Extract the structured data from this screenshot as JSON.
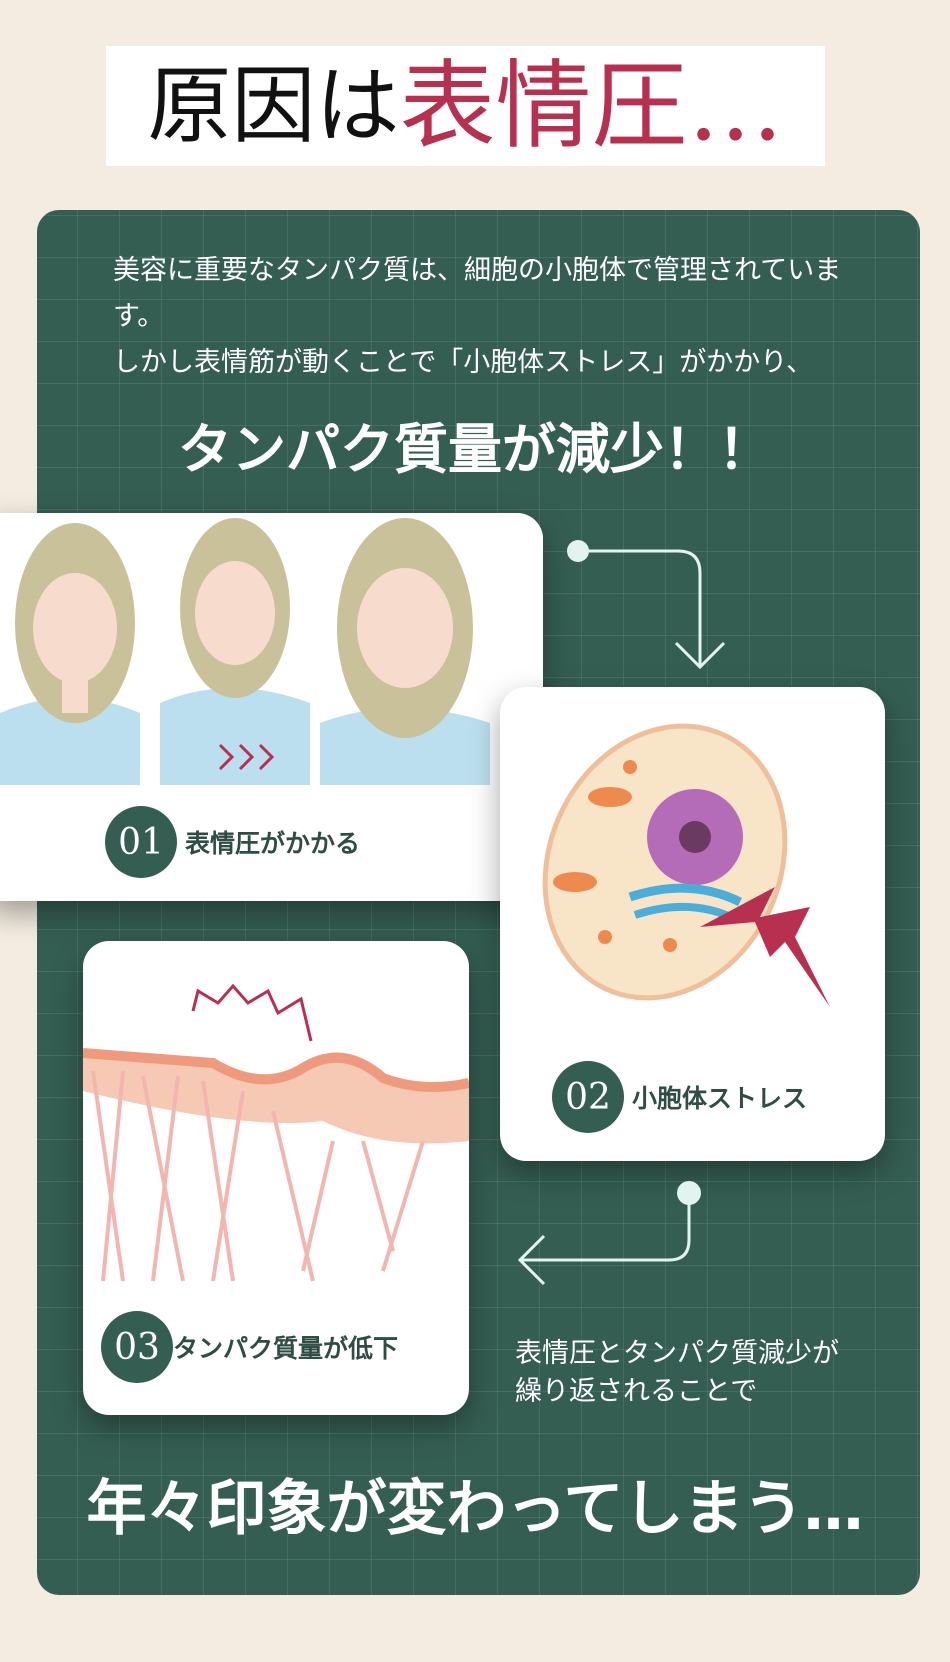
{
  "title": {
    "part1": "原因は",
    "part2": "表情圧…"
  },
  "intro": {
    "line1": "美容に重要なタンパク質は、細胞の小胞体で管理されています。",
    "line2": "しかし表情筋が動くことで「小胞体ストレス」がかかり、"
  },
  "headline": "タンパク質量が減少！！",
  "steps": [
    {
      "number": "01",
      "label": "表情圧がかかる"
    },
    {
      "number": "02",
      "label": "小胞体ストレス"
    },
    {
      "number": "03",
      "label": "タンパク質量が低下"
    }
  ],
  "cycle_text": {
    "line1": "表情圧とタンパク質減少が",
    "line2": "繰り返されることで"
  },
  "conclusion": "年々印象が変わってしまう…",
  "colors": {
    "background": "#f4ece0",
    "panel": "#355e52",
    "accent": "#b8304f"
  }
}
